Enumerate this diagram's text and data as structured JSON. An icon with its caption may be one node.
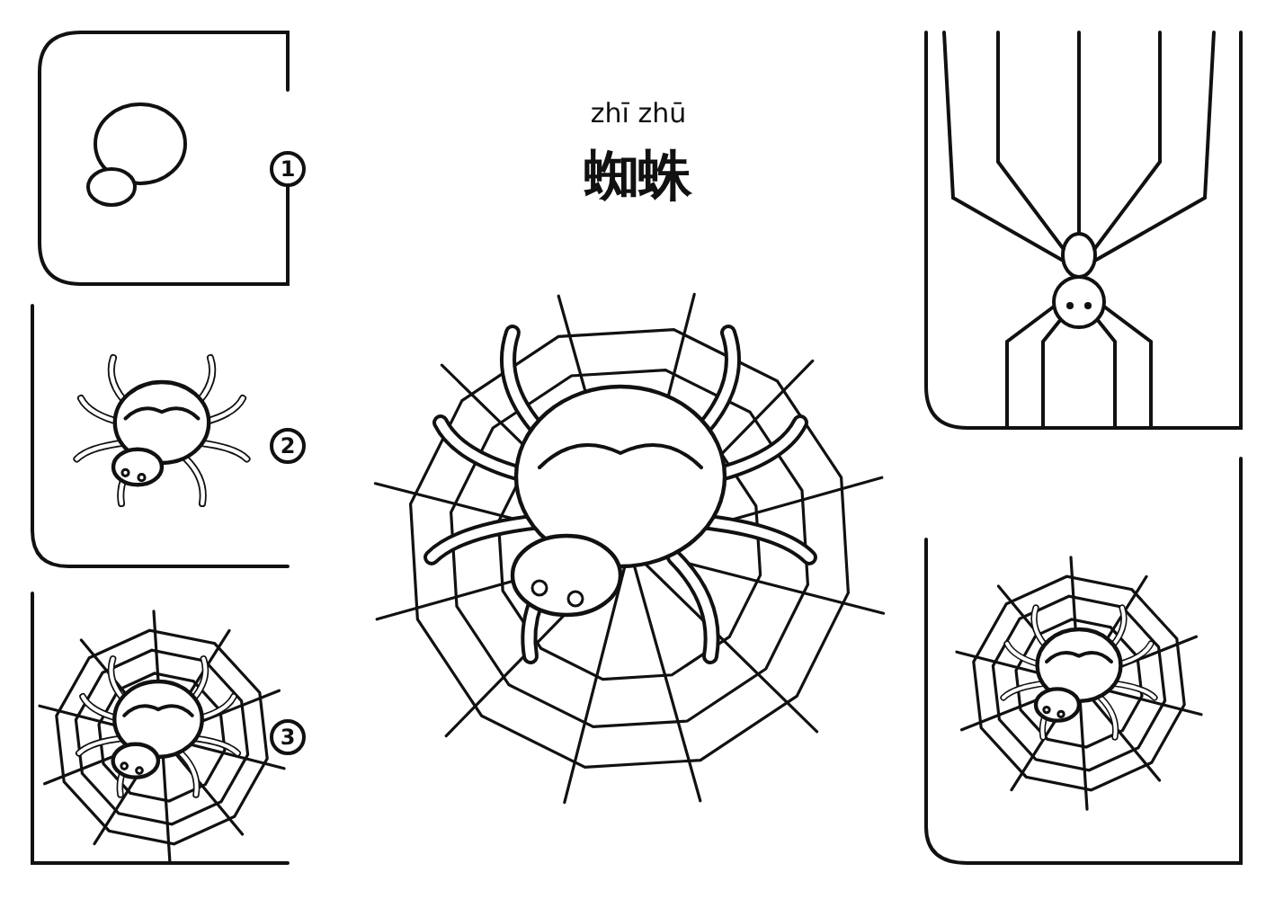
{
  "diagram": {
    "title": "蜘蛛",
    "labels": [
      "zhī zhū",
      "1",
      "2",
      "3"
    ]
  }
}
